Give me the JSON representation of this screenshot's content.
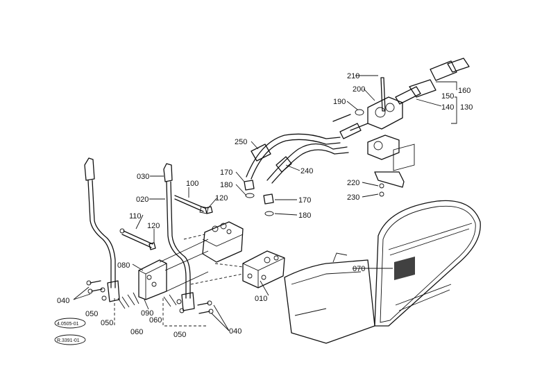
{
  "diagram": {
    "labels": [
      {
        "id": "010",
        "text": "010"
      },
      {
        "id": "020",
        "text": "020"
      },
      {
        "id": "030",
        "text": "030"
      },
      {
        "id": "040a",
        "text": "040"
      },
      {
        "id": "040b",
        "text": "040"
      },
      {
        "id": "050a",
        "text": "050"
      },
      {
        "id": "050b",
        "text": "050"
      },
      {
        "id": "050c",
        "text": "050"
      },
      {
        "id": "060a",
        "text": "060"
      },
      {
        "id": "060b",
        "text": "060"
      },
      {
        "id": "070",
        "text": "070"
      },
      {
        "id": "080",
        "text": "080"
      },
      {
        "id": "090",
        "text": "090"
      },
      {
        "id": "100",
        "text": "100"
      },
      {
        "id": "110",
        "text": "110"
      },
      {
        "id": "120a",
        "text": "120"
      },
      {
        "id": "120b",
        "text": "120"
      },
      {
        "id": "130",
        "text": "130"
      },
      {
        "id": "140",
        "text": "140"
      },
      {
        "id": "150",
        "text": "150"
      },
      {
        "id": "160",
        "text": "160"
      },
      {
        "id": "170a",
        "text": "170"
      },
      {
        "id": "170b",
        "text": "170"
      },
      {
        "id": "180a",
        "text": "180"
      },
      {
        "id": "180b",
        "text": "180"
      },
      {
        "id": "190",
        "text": "190"
      },
      {
        "id": "200",
        "text": "200"
      },
      {
        "id": "210",
        "text": "210"
      },
      {
        "id": "220",
        "text": "220"
      },
      {
        "id": "230",
        "text": "230"
      },
      {
        "id": "240",
        "text": "240"
      },
      {
        "id": "250",
        "text": "250"
      }
    ],
    "references": [
      {
        "id": "ref1",
        "text": "4.0505-01"
      },
      {
        "id": "ref2",
        "text": "R.3391-01"
      }
    ]
  }
}
